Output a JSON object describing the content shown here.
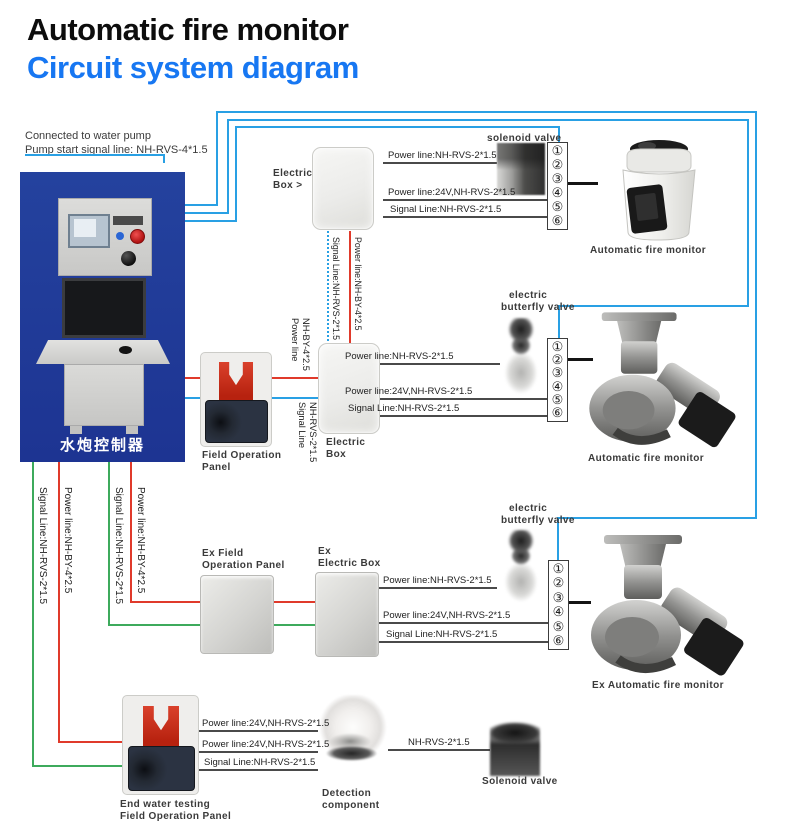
{
  "colors": {
    "blue": "#29a0e4",
    "red": "#e03a2b",
    "green": "#3daa5c",
    "navy": "#20399a",
    "title_blue": "#1777f2"
  },
  "header": {
    "title": "Automatic fire monitor",
    "subtitle": "Circuit system diagram"
  },
  "note": {
    "line1": "Connected to water pump",
    "line2": "Pump start signal line: NH-RVS-4*1.5"
  },
  "cabinet": {
    "label": "水炮控制器"
  },
  "terminals": [
    "①",
    "②",
    "③",
    "④",
    "⑤",
    "⑥"
  ],
  "top": {
    "box_line1": "Electric",
    "box_line2": "Box >",
    "valve": "solenoid valve",
    "monitor": "Automatic fire monitor",
    "w1": "Power line:NH-RVS-2*1.5",
    "w2": "Power line:24V,NH-RVS-2*1.5",
    "w3": "Signal Line:NH-RVS-2*1.5"
  },
  "link": {
    "signal": "Signal Line:NH-RVS-2*1.5",
    "power": "Power line:NH-BY-4*2.5"
  },
  "mid": {
    "panel_line1": "Field Operation",
    "panel_line2": "Panel",
    "power_l1": "Power line",
    "power_l2": "NH-BY-4*2.5",
    "signal_l1": "Signal Line",
    "signal_l2": "NH-RVS-2*1.5",
    "box_line1": "Electric",
    "box_line2": "Box",
    "valve_line1": "electric",
    "valve_line2": "butterfly valve",
    "monitor": "Automatic fire monitor",
    "w1": "Power line:NH-RVS-2*1.5",
    "w2": "Power line:24V,NH-RVS-2*1.5",
    "w3": "Signal Line:NH-RVS-2*1.5"
  },
  "risers": {
    "signal1": "Signal Line:NH-RVS-2*1.5",
    "power1": "Power line:NH-BY-4*2.5",
    "signal2": "Signal Line:NH-RVS-2*1.5",
    "power2": "Power line:NH-BY-4*2.5"
  },
  "ex": {
    "panel_line1": "Ex Field",
    "panel_line2": "Operation Panel",
    "box_line1": "Ex",
    "box_line2": "Electric Box",
    "valve_line1": "electric",
    "valve_line2": "butterfly valve",
    "monitor": "Ex Automatic fire monitor",
    "w1": "Power line:NH-RVS-2*1.5",
    "w2": "Power line:24V,NH-RVS-2*1.5",
    "w3": "Signal Line:NH-RVS-2*1.5"
  },
  "bottom": {
    "panel_line1": "End water testing",
    "panel_line2": "Field Operation Panel",
    "detector_line1": "Detection",
    "detector_line2": "component",
    "valve": "Solenoid valve",
    "w1": "Power line:24V,NH-RVS-2*1.5",
    "w2": "Power line:24V,NH-RVS-2*1.5",
    "w3": "Signal Line:NH-RVS-2*1.5",
    "w4": "NH-RVS-2*1.5"
  }
}
